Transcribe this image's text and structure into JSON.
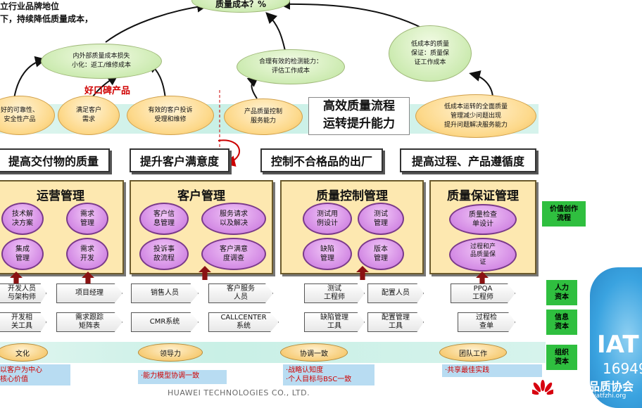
{
  "header": {
    "line1": "立行业品牌地位",
    "line2": "下，持续降低质量成本，",
    "top_goal": "质量成本？%"
  },
  "top_ovals": [
    {
      "text": "内外部质量成本损失\n小化：返工/维修成本"
    },
    {
      "text": "合理有效的检测能力：\n评估工作成本"
    },
    {
      "text": "低成本的质量\n保证：质量保\n证工作成本"
    }
  ],
  "brand_label": "好口碑产品",
  "middle_ovals": [
    {
      "text": "好的可靠性、\n安全性产品"
    },
    {
      "text": "满足客户\n需求"
    },
    {
      "text": "有效的客户投诉\n受理和维修"
    },
    {
      "text": "产品质量控制\n服务能力"
    },
    {
      "text": "低成本运转的全面质量\n管理减少问题出现\n提升问题解决服务能力"
    }
  ],
  "flow_banner": {
    "line1": "高效质量流程",
    "line2": "运转提升能力"
  },
  "goals": [
    {
      "label": "提高交付物的质量"
    },
    {
      "label": "提升客户满意度"
    },
    {
      "label": "控制不合格品的出厂"
    },
    {
      "label": "提高过程、产品遵循度"
    }
  ],
  "panels": [
    {
      "title": "运营管理",
      "items": [
        "技术解\n决方案",
        "需求\n管理",
        "集成\n管理",
        "需求\n开发"
      ]
    },
    {
      "title": "客户管理",
      "items": [
        "客户信\n息管理",
        "服务请求\n以及解决",
        "投诉事\n故流程",
        "客户满意\n度调查"
      ]
    },
    {
      "title": "质量控制管理",
      "items": [
        "测试用\n例设计",
        "测试\n管理",
        "缺陷\n管理",
        "版本\n管理"
      ]
    },
    {
      "title": "质量保证管理",
      "items": [
        "质量检查\n单设计",
        "过程和产\n品质量保\n证"
      ]
    }
  ],
  "people": [
    "开发人员\n与架构师",
    "项目经理",
    "销售人员",
    "客户服务\n人员",
    "测试\n工程师",
    "配置人员",
    "PPQA\n工程师"
  ],
  "systems": [
    "开发相\n关工具",
    "需求跟踪\n矩阵表",
    "CMR系统",
    "CALLCENTER\n系统",
    "缺陷管理\n工具",
    "配置管理\n工具",
    "过程检\n查单"
  ],
  "culture": [
    "文化",
    "领导力",
    "协调一致",
    "团队工作"
  ],
  "notes": [
    "以客户为中心\n核心价值",
    "·能力模型协调一致",
    "·战略认知度\n·个人目标与BSC一致",
    "·共享最佳实践"
  ],
  "right_labels": [
    "价值创作\n流程",
    "人力\n资本",
    "信息\n资本",
    "组织\n资本"
  ],
  "footer": "HUAWEI TECHNOLOGIES CO., LTD.",
  "watermark": {
    "big": "IAT",
    "num": "16949",
    "brand": "品质协会",
    "site": "www.iatfzhi.org"
  },
  "colors": {
    "band": "#c9f0e6",
    "panel": "#fde8b0",
    "purple": "#d68fe6",
    "green": "#2fbf3f",
    "red_text": "#d00000"
  }
}
